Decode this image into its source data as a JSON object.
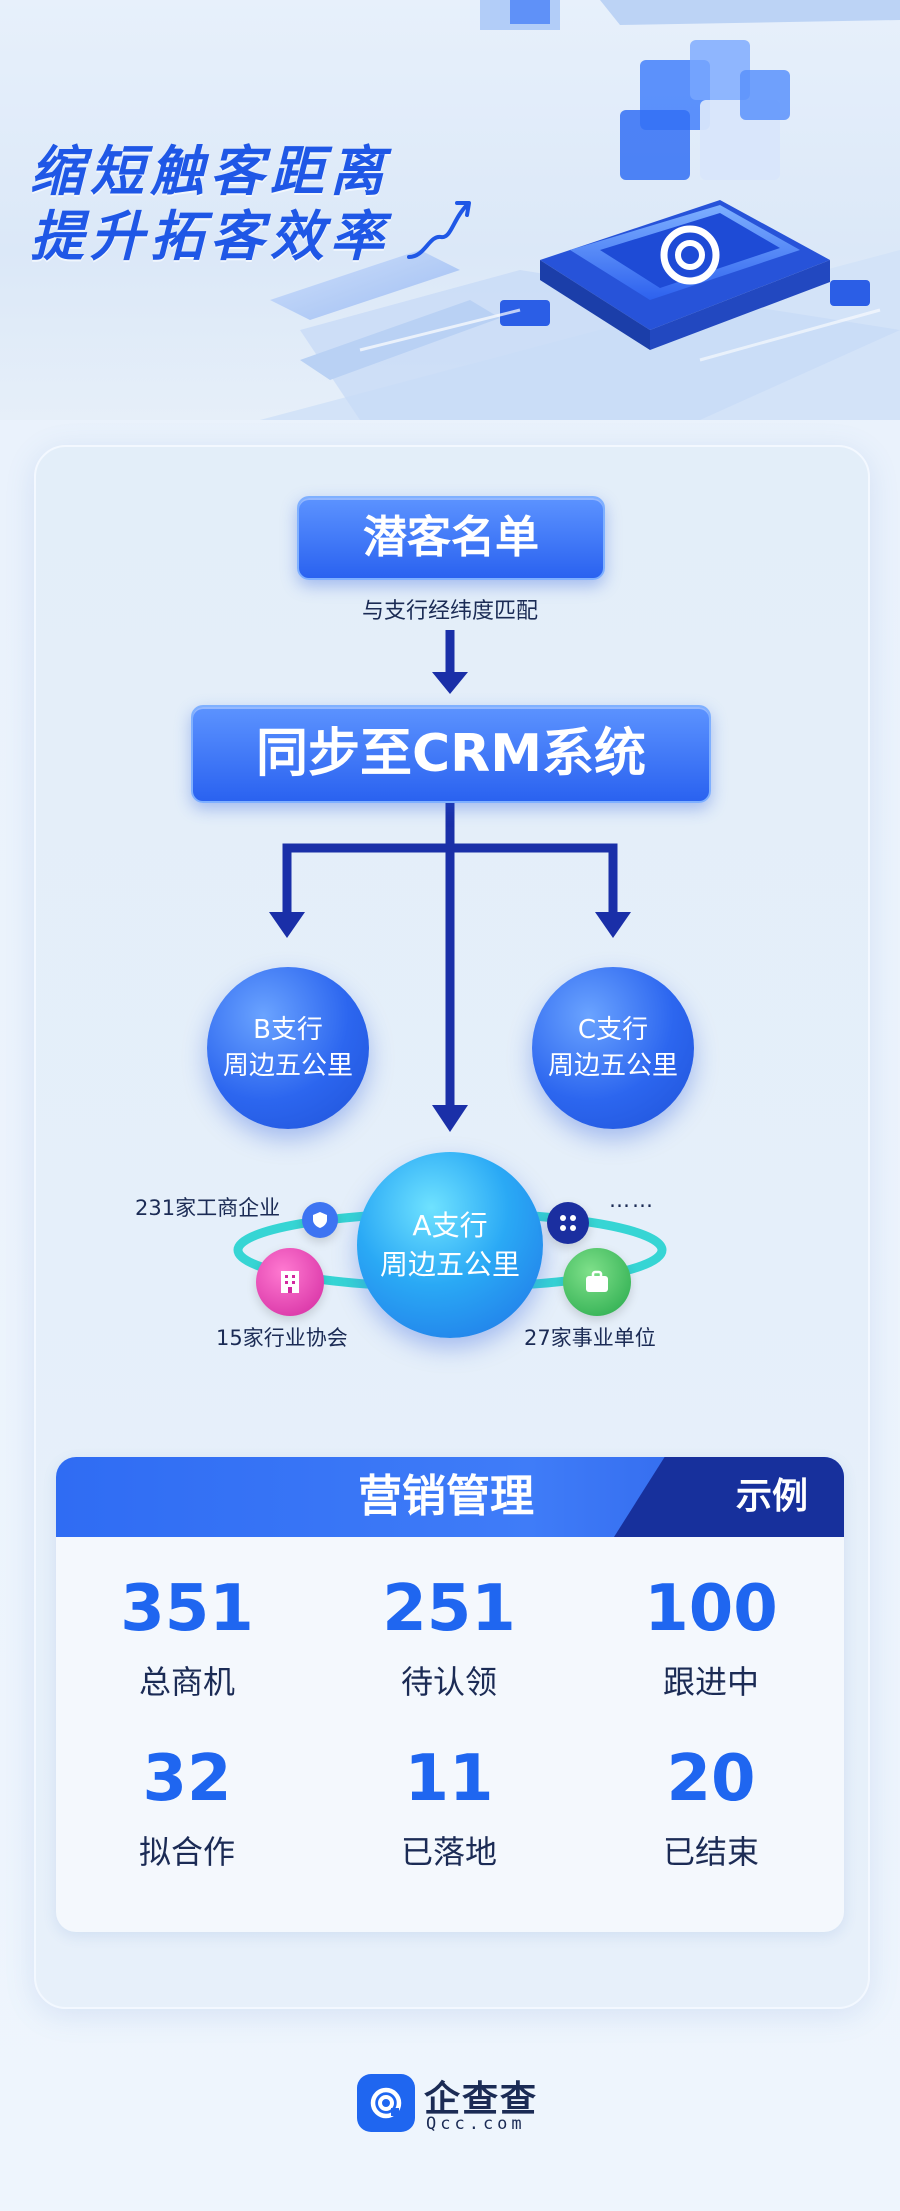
{
  "hero": {
    "line1": "缩短触客距离",
    "line2": "提升拓客效率"
  },
  "flow": {
    "top_pill": "潜客名单",
    "match_text": "与支行经纬度匹配",
    "crm_pill": "同步至CRM系统",
    "branch_b": {
      "line1": "B支行",
      "line2": "周边五公里"
    },
    "branch_c": {
      "line1": "C支行",
      "line2": "周边五公里"
    },
    "branch_a": {
      "line1": "A支行",
      "line2": "周边五公里"
    },
    "label_enterprise": "231家工商企业",
    "label_association": "15家行业协会",
    "label_institution": "27家事业单位",
    "label_more": "……"
  },
  "stats": {
    "title": "营销管理",
    "example": "示例",
    "items": [
      {
        "value": "351",
        "label": "总商机"
      },
      {
        "value": "251",
        "label": "待认领"
      },
      {
        "value": "100",
        "label": "跟进中"
      },
      {
        "value": "32",
        "label": "拟合作"
      },
      {
        "value": "11",
        "label": "已落地"
      },
      {
        "value": "20",
        "label": "已结束"
      }
    ]
  },
  "brand": {
    "name": "企查查",
    "domain": "Qcc.com"
  },
  "colors": {
    "primary": "#2a62f0",
    "dark_blue": "#17309c",
    "arrow": "#1a2fa8",
    "text_dark": "#1b2b55"
  }
}
